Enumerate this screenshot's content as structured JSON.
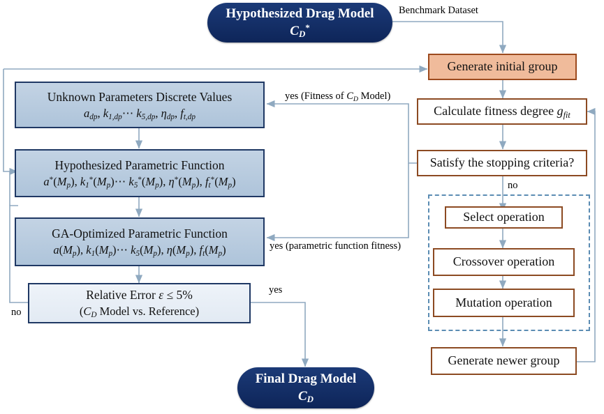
{
  "diagram": {
    "title": "Drag model GA optimization flowchart",
    "colors": {
      "terminal_fill": "#13306b",
      "terminal_text": "#ffffff",
      "blue_fill": "#b9ccdf",
      "blue_border": "#1f3864",
      "blue_light_fill": "#e8eef6",
      "peach_fill": "#f0bb9b",
      "peach_border": "#9c4a1e",
      "white_fill": "#ffffff",
      "brown_border": "#8c4a22",
      "wire": "#8fa9c0",
      "dashed_group": "#5b8cb3"
    },
    "nodes": {
      "start_terminal": {
        "line1": "Hypothesized Drag Model",
        "line2_base": "C",
        "line2_sub": "D",
        "line2_sup": "*"
      },
      "end_terminal": {
        "line1": "Final Drag Model",
        "line2_base": "C",
        "line2_sub": "D"
      },
      "unknown_params": {
        "line1": "Unknown Parameters Discrete Values",
        "line2": "a_dp, k_1,dp ⋯ k_5,dp, η_dp, f_t,dp"
      },
      "hypothesized_function": {
        "line1": "Hypothesized Parametric Function",
        "line2": "a*(Mp), k1*(Mp) ⋯ k5*(Mp), η*(Mp), ft*(Mp)"
      },
      "ga_function": {
        "line1": "GA-Optimized Parametric Function",
        "line2": "a(Mp), k1(Mp) ⋯ k5(Mp), η(Mp), ft(Mp)"
      },
      "relative_error": {
        "line1": "Relative Error ε ≤ 5%",
        "line2": "(C_D Model vs. Reference)"
      },
      "generate_initial_group": {
        "label": "Generate initial group"
      },
      "calculate_fitness": {
        "label": "Calculate fitness degree g_fit"
      },
      "stopping_criteria": {
        "label": "Satisfy the stopping criteria?"
      },
      "select_operation": {
        "label": "Select operation"
      },
      "crossover_operation": {
        "label": "Crossover operation"
      },
      "mutation_operation": {
        "label": "Mutation operation"
      },
      "generate_newer_group": {
        "label": "Generate newer group"
      }
    },
    "edge_labels": {
      "benchmark_dataset": "Benchmark Dataset",
      "yes_fitness_cd_model": "yes (Fitness of C",
      "yes_fitness_cd_model_tail": " Model)",
      "yes_parametric_function_fitness": "yes (parametric function fitness)",
      "yes_relative_error": "yes",
      "no_relative_error": "no",
      "no_stopping": "no"
    }
  }
}
